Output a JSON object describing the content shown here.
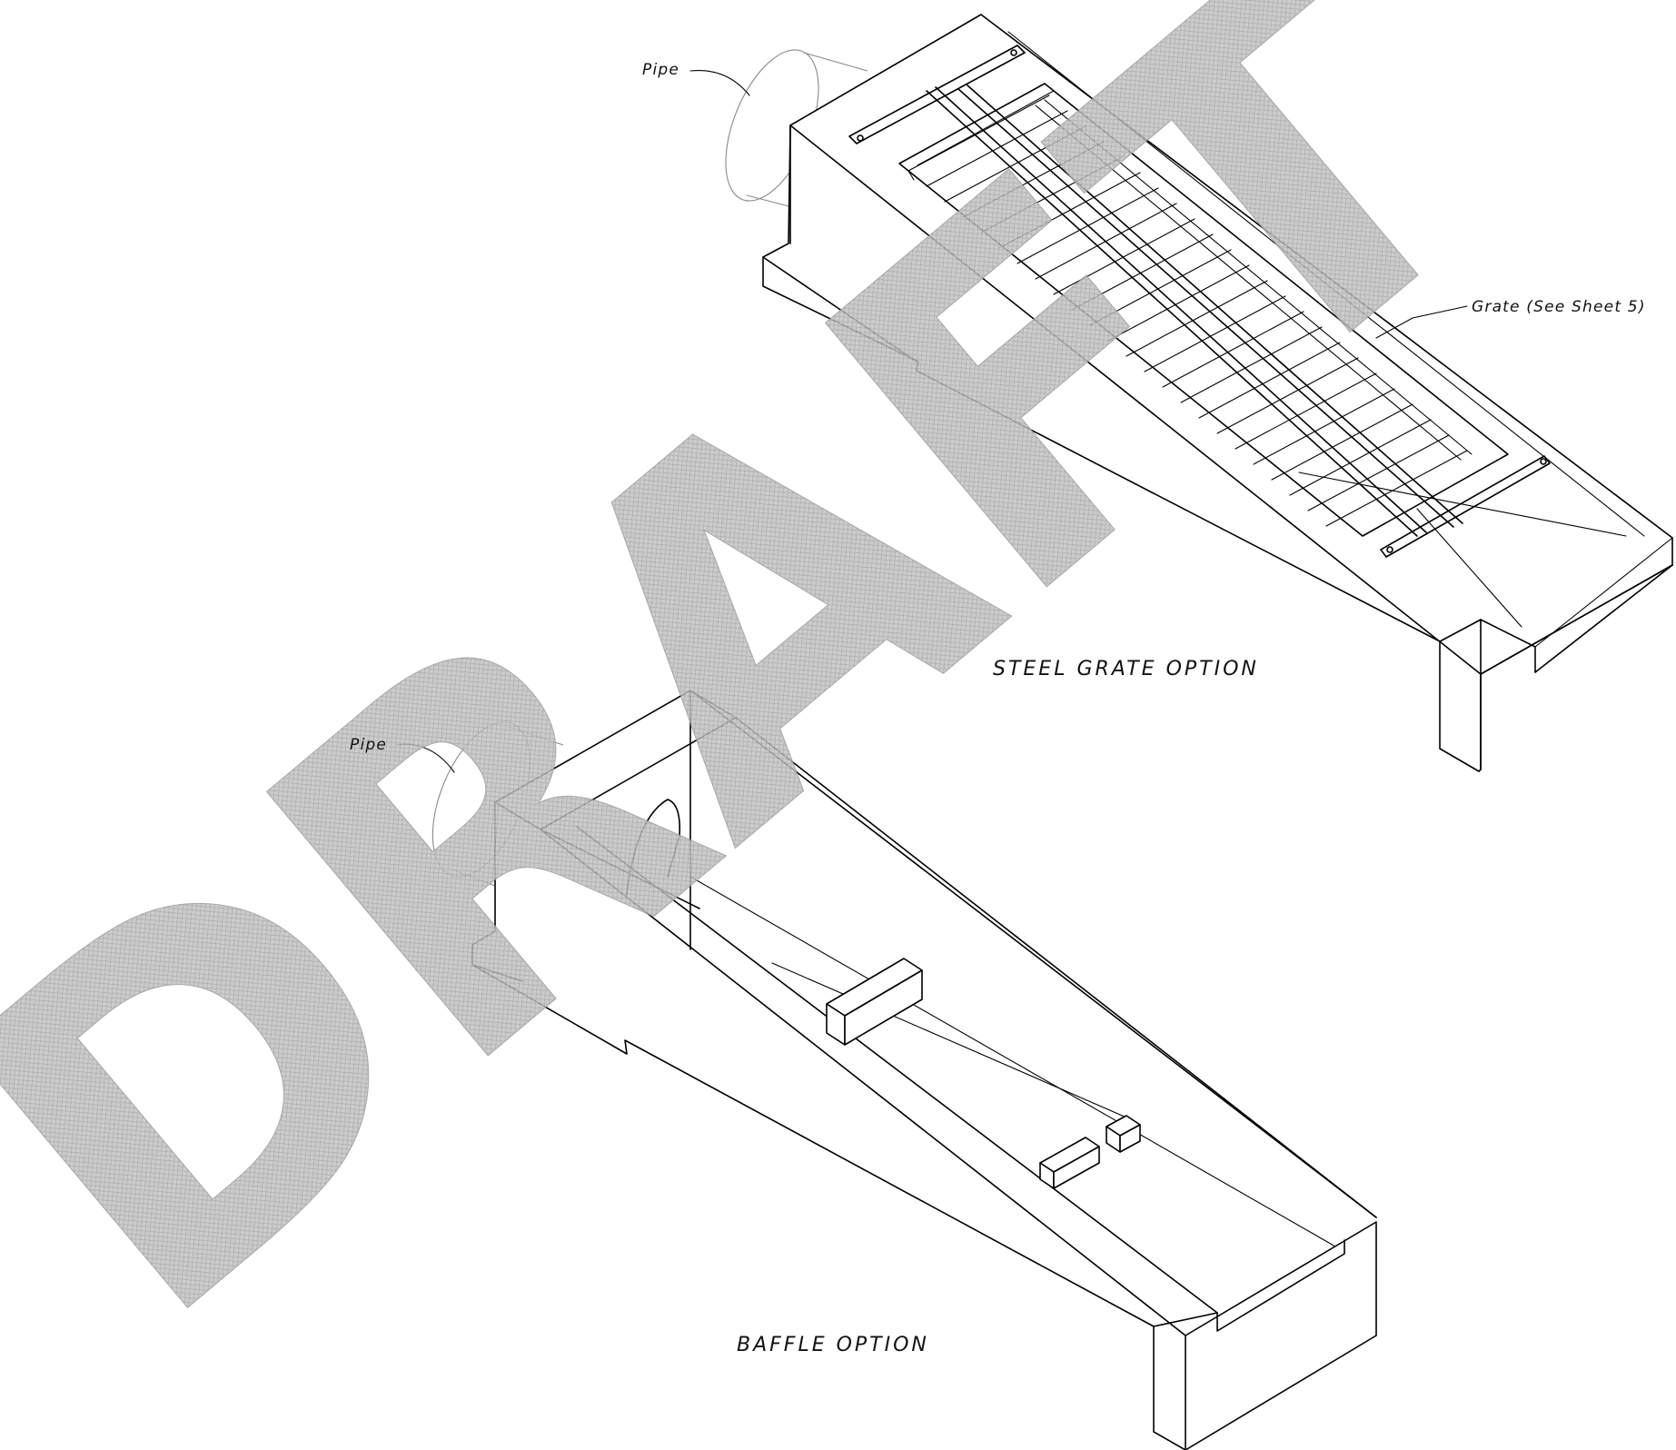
{
  "labels": {
    "pipe_top": "Pipe",
    "pipe_bottom": "Pipe",
    "grate_callout": "Grate (See Sheet 5)",
    "steel_grate_title": "STEEL GRATE OPTION",
    "baffle_title": "BAFFLE OPTION"
  },
  "watermark": {
    "text": "DRAFT",
    "color": "#bdbdbd",
    "hatch_color": "#a9a9a9"
  },
  "colors": {
    "line": "#000000",
    "pipe": "#8a8a8a",
    "background": "#ffffff"
  }
}
